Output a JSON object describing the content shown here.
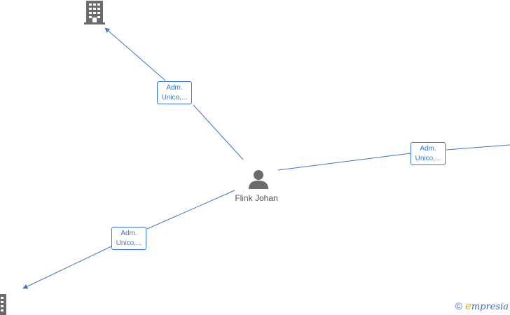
{
  "nodes": {
    "person": {
      "name": "Flink Johan",
      "icon": "person-icon",
      "color": "#6b6b6b"
    },
    "company_top": {
      "icon": "building-icon"
    },
    "company_bottom_left": {
      "icon": "building-icon"
    }
  },
  "edges": [
    {
      "id": "edge-top",
      "label_line1": "Adm.",
      "label_line2": "Unico,..."
    },
    {
      "id": "edge-right",
      "label_line1": "Adm.",
      "label_line2": "Unico,..."
    },
    {
      "id": "edge-bottom",
      "label_line1": "Adm.",
      "label_line2": "Unico,..."
    }
  ],
  "colors": {
    "edge": "#3a78c8",
    "icon": "#6b6b6b",
    "brand_accent": "#f2a51a"
  },
  "footer": {
    "copyright_symbol": "©",
    "brand_initial": "e",
    "brand_rest": "mpresia"
  }
}
